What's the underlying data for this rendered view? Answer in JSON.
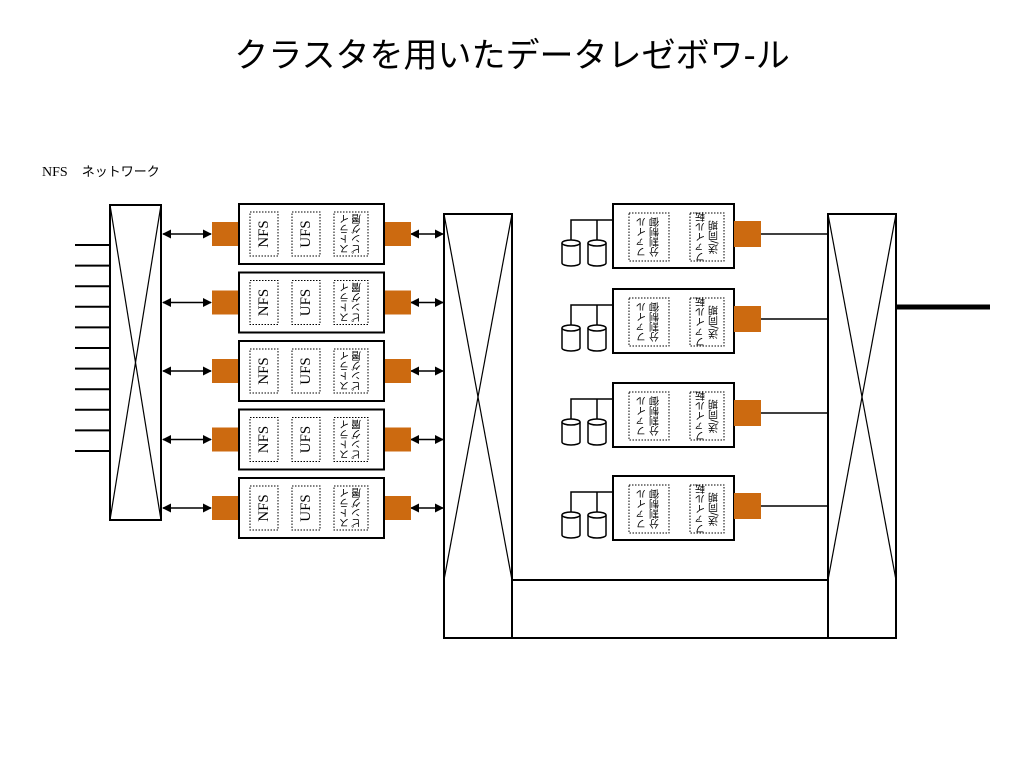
{
  "title": "クラスタを用いたデータレゼボワ-ル",
  "network_label_nfs": "NFS",
  "network_label_net": "ネットワーク",
  "node_layers": {
    "nfs": "NFS",
    "ufs": "UFS",
    "stripe_line1": "ストライ",
    "stripe_line2": "ピング層"
  },
  "storage_layers": {
    "split_line1": "ファイル",
    "split_line2": "分割制御",
    "xfer_line1": "ファイル転",
    "xfer_line2": "送/同期"
  },
  "colors": {
    "port": "#cc6a10",
    "line": "#000000",
    "background": "#ffffff"
  }
}
